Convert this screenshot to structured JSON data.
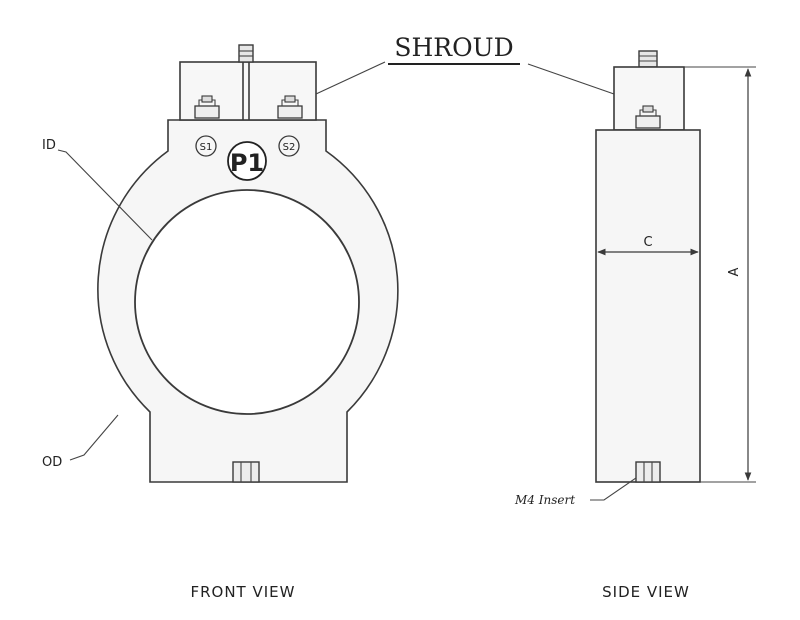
{
  "labels": {
    "shroud": "SHROUD",
    "id": "ID",
    "od": "OD",
    "p1": "P1",
    "s1": "S1",
    "s2": "S2",
    "c": "C",
    "a": "A",
    "insert": "M4 Insert",
    "front_view": "FRONT VIEW",
    "side_view": "SIDE VIEW"
  }
}
